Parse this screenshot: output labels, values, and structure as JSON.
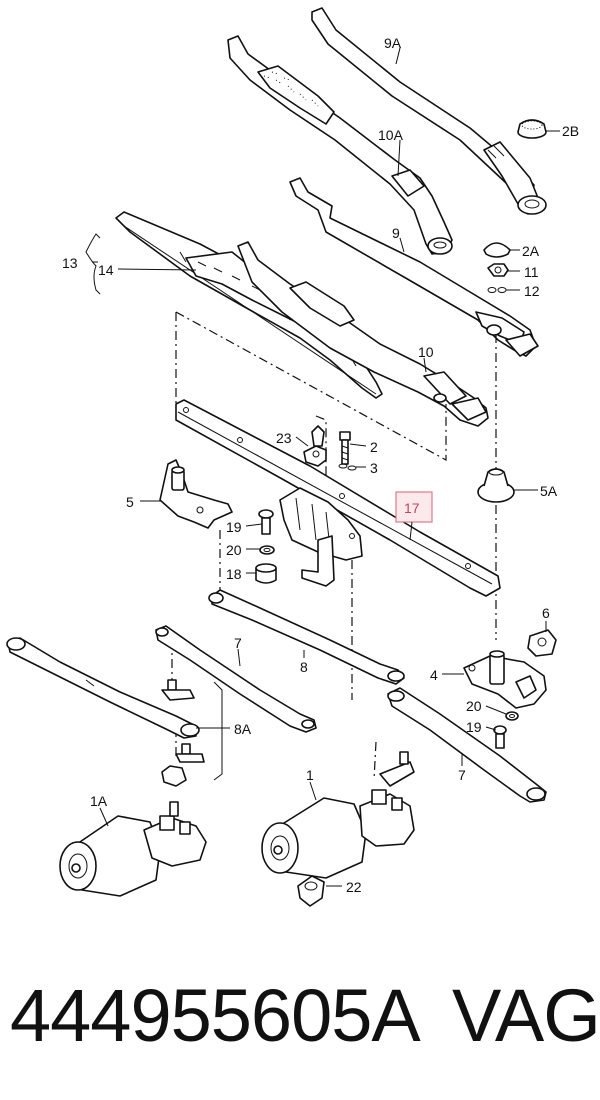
{
  "labels": {
    "l9A": "9A",
    "l2B": "2B",
    "l10A": "10A",
    "l9": "9",
    "l2A": "2A",
    "l11": "11",
    "l12": "12",
    "l13": "13",
    "l14": "14",
    "l10": "10",
    "l23": "23",
    "l2": "2",
    "l3": "3",
    "l5": "5",
    "l5A": "5A",
    "l17": "17",
    "l19a": "19",
    "l20a": "20",
    "l18": "18",
    "l6": "6",
    "l7a": "7",
    "l8": "8",
    "l4": "4",
    "l8A": "8A",
    "l20b": "20",
    "l19b": "19",
    "l7b": "7",
    "l1": "1",
    "l1A": "1A",
    "l22": "22"
  },
  "highlight": {
    "label_key": "l17",
    "color": "#e07a8a"
  },
  "footer": {
    "part_number": "444955605A",
    "brand": "VAG"
  }
}
